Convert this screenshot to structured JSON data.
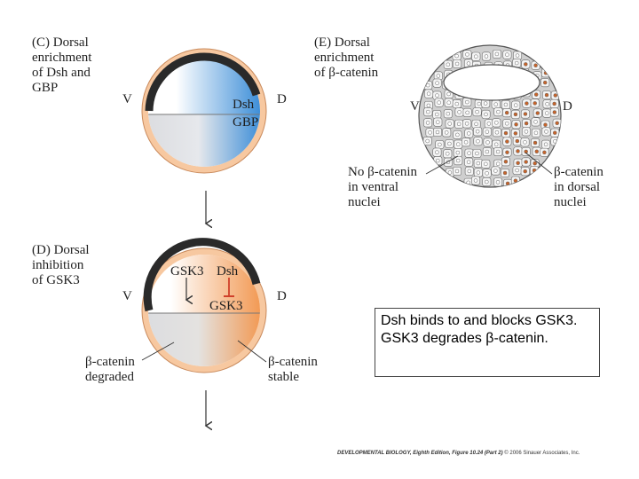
{
  "panel_c": {
    "title": "(C)  Dorsal\n        enrichment\n        of Dsh and\n        GBP",
    "ventral": "V",
    "dorsal": "D",
    "dsh": "Dsh",
    "gbp": "GBP"
  },
  "panel_d": {
    "title": "(D)  Dorsal\n        inhibition\n        of GSK3",
    "ventral": "V",
    "dorsal": "D",
    "gsk3_left": "GSK3",
    "dsh": "Dsh",
    "gsk3_center": "GSK3",
    "left_note": "β-catenin\ndegraded",
    "right_note": "β-catenin\nstable"
  },
  "panel_e": {
    "title": "(E)  Dorsal\n        enrichment\n        of β-catenin",
    "ventral": "V",
    "dorsal": "D",
    "left_note": "No β-catenin\nin ventral\nnuclei",
    "right_note": "β-catenin\nin dorsal\nnuclei"
  },
  "callout": {
    "text": "Dsh binds to and blocks GSK3. GSK3 degrades β-catenin."
  },
  "credit": {
    "book": "DEVELOPMENTAL BIOLOGY, Eighth Edition, Figure 10.24 (Part 2)",
    "rights": "© 2006 Sinauer Associates, Inc."
  },
  "colors": {
    "blue": "#3f8fd8",
    "orange": "#f0a060",
    "ring": "#f7c8a0",
    "cortex": "#2a2a2a",
    "gray": "#d9dcdf"
  }
}
